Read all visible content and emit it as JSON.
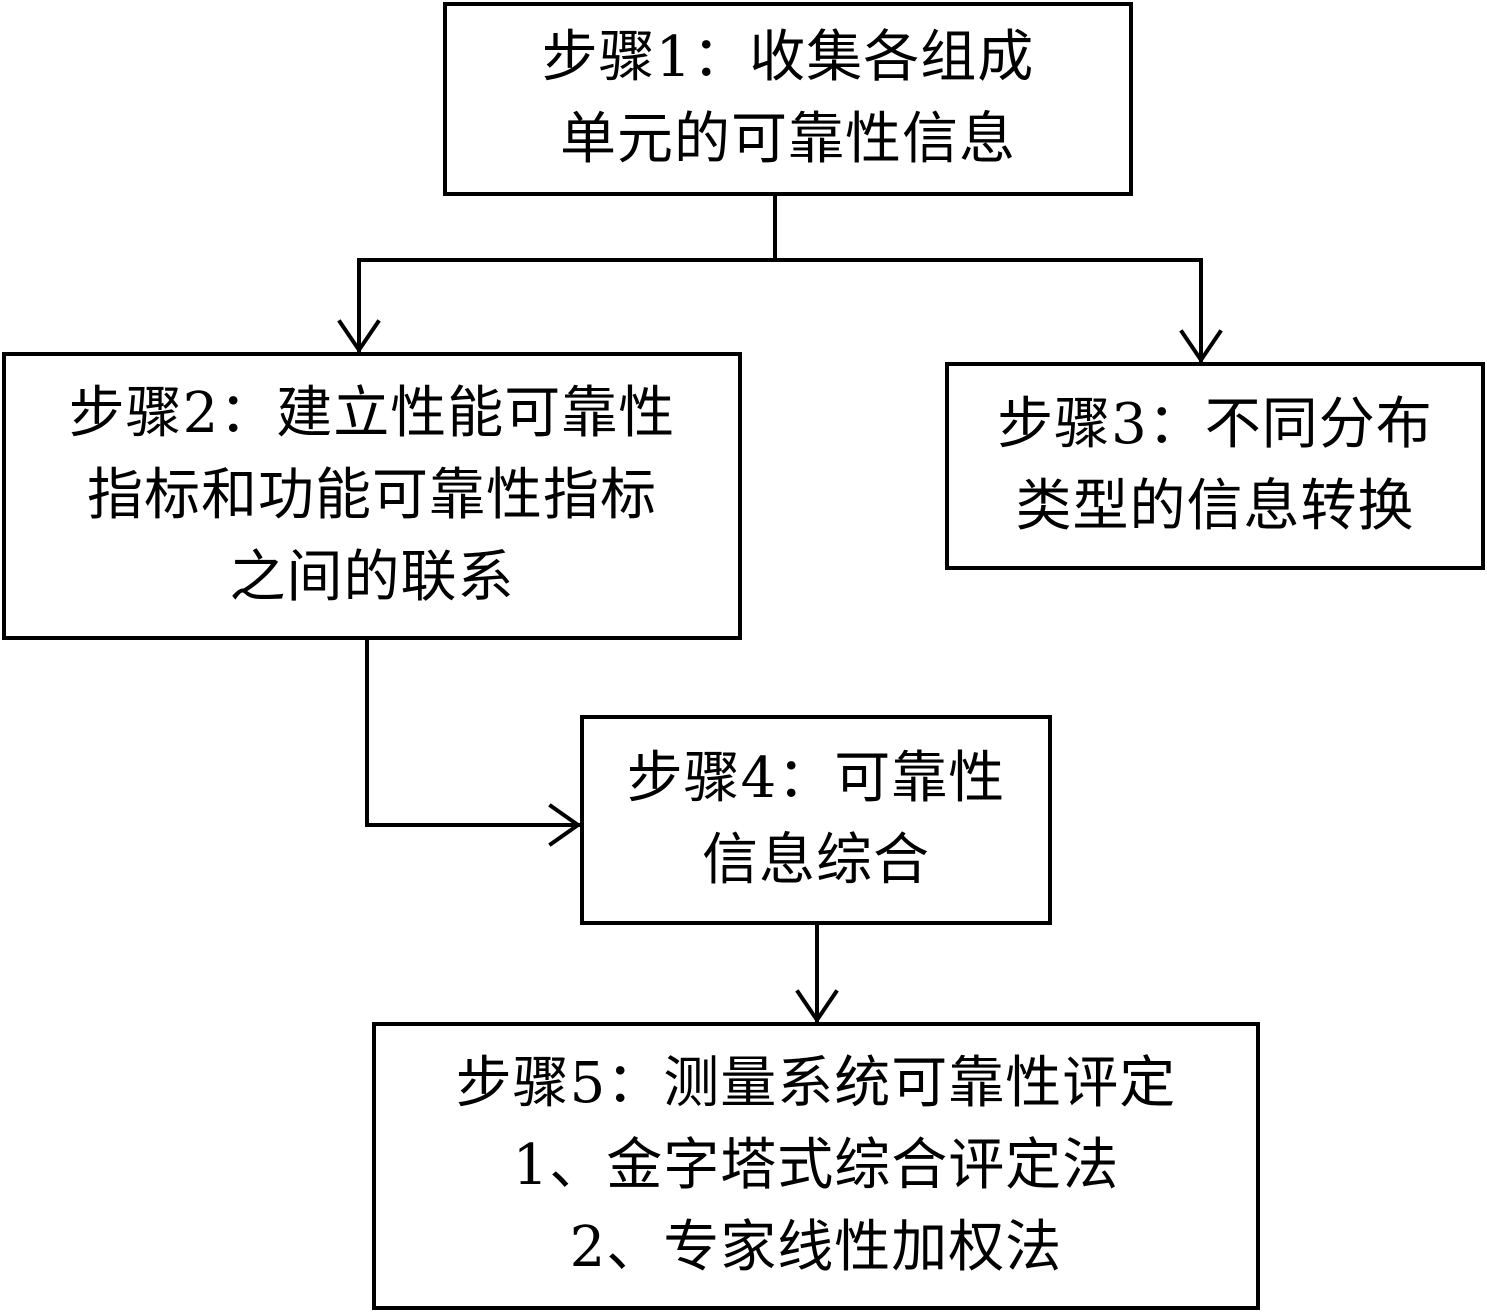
{
  "diagram": {
    "steps": [
      {
        "id": "step-1",
        "lines": [
          "步骤1：收集各组成",
          "单元的可靠性信息"
        ]
      },
      {
        "id": "step-2",
        "lines": [
          "步骤2：建立性能可靠性",
          "指标和功能可靠性指标",
          "之间的联系"
        ]
      },
      {
        "id": "step-3",
        "lines": [
          "步骤3：不同分布",
          "类型的信息转换"
        ]
      },
      {
        "id": "step-4",
        "lines": [
          "步骤4：可靠性",
          "信息综合"
        ]
      },
      {
        "id": "step-5",
        "lines": [
          "步骤5：测量系统可靠性评定",
          "1、金字塔式综合评定法",
          "2、专家线性加权法"
        ]
      }
    ],
    "connections": [
      {
        "from": "step-1",
        "to": "step-2"
      },
      {
        "from": "step-1",
        "to": "step-3"
      },
      {
        "from": "step-2",
        "to": "step-4"
      },
      {
        "from": "step-4",
        "to": "step-5"
      }
    ]
  }
}
